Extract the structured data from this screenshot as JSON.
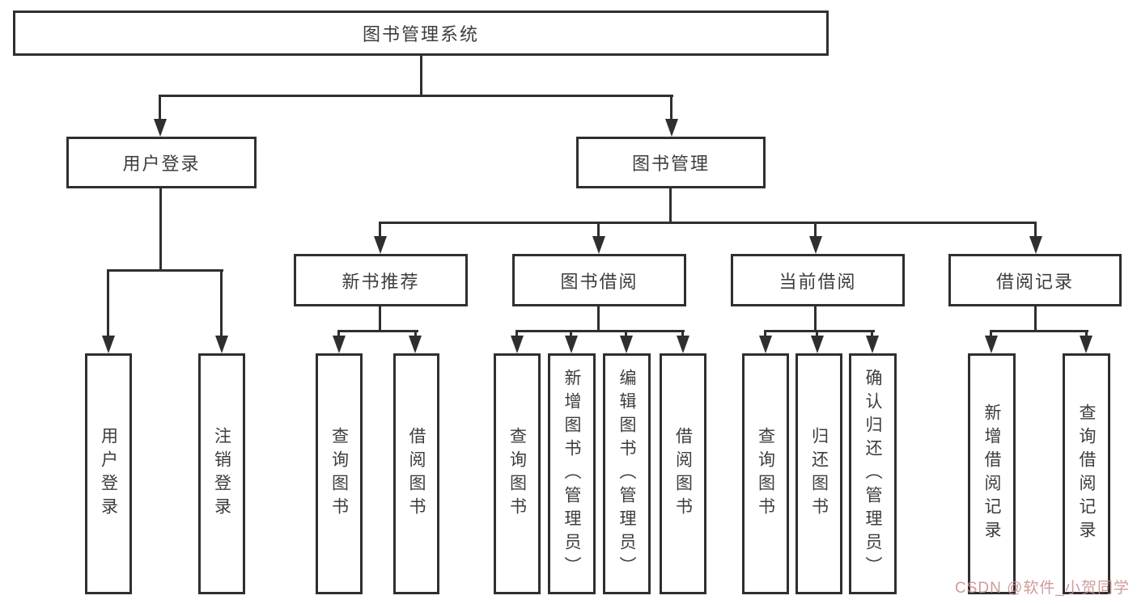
{
  "diagram": {
    "title_node": {
      "label": "图书管理系统"
    },
    "level1": [
      {
        "id": "user-login",
        "label": "用户登录"
      },
      {
        "id": "book-management",
        "label": "图书管理"
      }
    ],
    "level2": [
      {
        "id": "new-book-recommend",
        "label": "新书推荐"
      },
      {
        "id": "book-borrow",
        "label": "图书借阅"
      },
      {
        "id": "current-borrow",
        "label": "当前借阅"
      },
      {
        "id": "borrow-record",
        "label": "借阅记录"
      }
    ],
    "leaves": {
      "user_login": [
        "用户登录",
        "注销登录"
      ],
      "new_book_recommend": [
        "查询图书",
        "借阅图书"
      ],
      "book_borrow": [
        "查询图书",
        "新增图书（管理员）",
        "编辑图书（管理员）",
        "借阅图书"
      ],
      "current_borrow": [
        "查询图书",
        "归还图书",
        "确认归还（管理员）"
      ],
      "borrow_record": [
        "新增借阅记录",
        "查询借阅记录"
      ]
    }
  },
  "watermark": {
    "text": "CSDN @软件_小贺同学",
    "color": "#cb8c8c"
  },
  "colors": {
    "line": "#2f2f2f",
    "text": "#3d3d3d",
    "background": "#ffffff"
  }
}
